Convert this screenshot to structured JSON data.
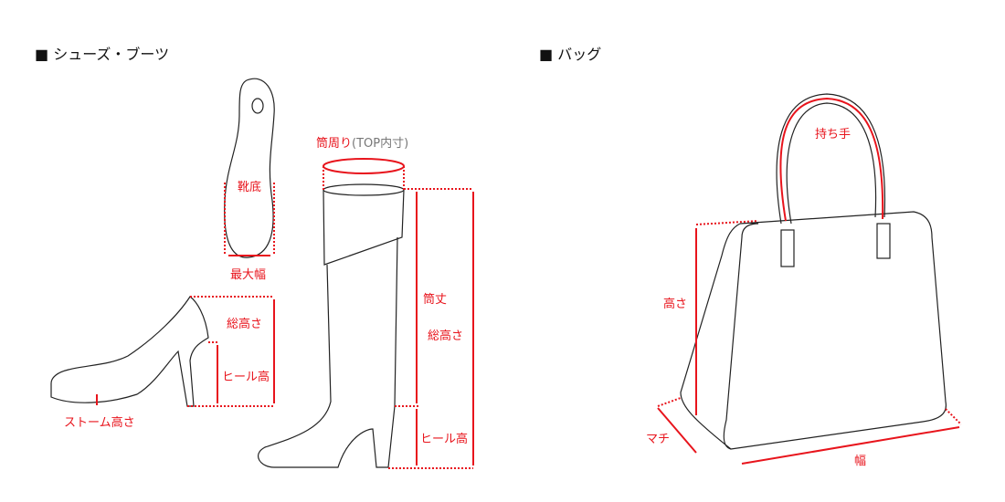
{
  "sections": {
    "shoes": "■ シューズ・ブーツ",
    "bag": "■ バッグ"
  },
  "labels": {
    "shaft_circ": "筒周り",
    "shaft_circ_note": "(TOP内寸)",
    "sole": "靴底",
    "max_width": "最大幅",
    "pump_total_height": "総高さ",
    "pump_heel_height": "ヒール高",
    "platform_height": "ストーム高さ",
    "shaft_height": "筒丈",
    "boot_total_height": "総高さ",
    "boot_heel_height": "ヒール高",
    "handle": "持ち手",
    "bag_height": "高さ",
    "gusset": "マチ",
    "bag_width": "幅"
  },
  "colors": {
    "accent": "#e8141c",
    "line": "#222222"
  }
}
